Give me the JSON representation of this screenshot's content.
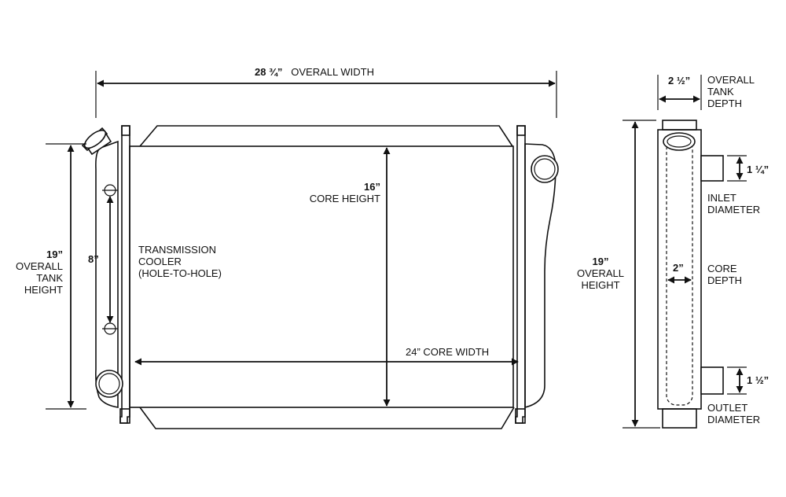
{
  "labels": {
    "overall_width_value": "28 ¾”",
    "overall_width_text": "OVERALL WIDTH",
    "core_height_value": "16”",
    "core_height_text": "CORE HEIGHT",
    "tank_height_value": "19”",
    "tank_height_line1": "OVERALL",
    "tank_height_line2": "TANK",
    "tank_height_line3": "HEIGHT",
    "trans_value": "8”",
    "trans_line1": "TRANSMISSION",
    "trans_line2": "COOLER",
    "trans_line3": "(HOLE-TO-HOLE)",
    "core_width_text": "24” CORE WIDTH",
    "side_tank_depth_value": "2 ½”",
    "side_tank_depth_line1": "OVERALL",
    "side_tank_depth_line2": "TANK",
    "side_tank_depth_line3": "DEPTH",
    "inlet_value": "1 ¼”",
    "inlet_line1": "INLET",
    "inlet_line2": "DIAMETER",
    "side_height_value": "19”",
    "side_height_line1": "OVERALL",
    "side_height_line2": "HEIGHT",
    "core_depth_value": "2”",
    "core_depth_line1": "CORE",
    "core_depth_line2": "DEPTH",
    "outlet_value": "1 ½”",
    "outlet_line1": "OUTLET",
    "outlet_line2": "DIAMETER"
  },
  "colors": {
    "line": "#111111",
    "background": "#ffffff"
  }
}
